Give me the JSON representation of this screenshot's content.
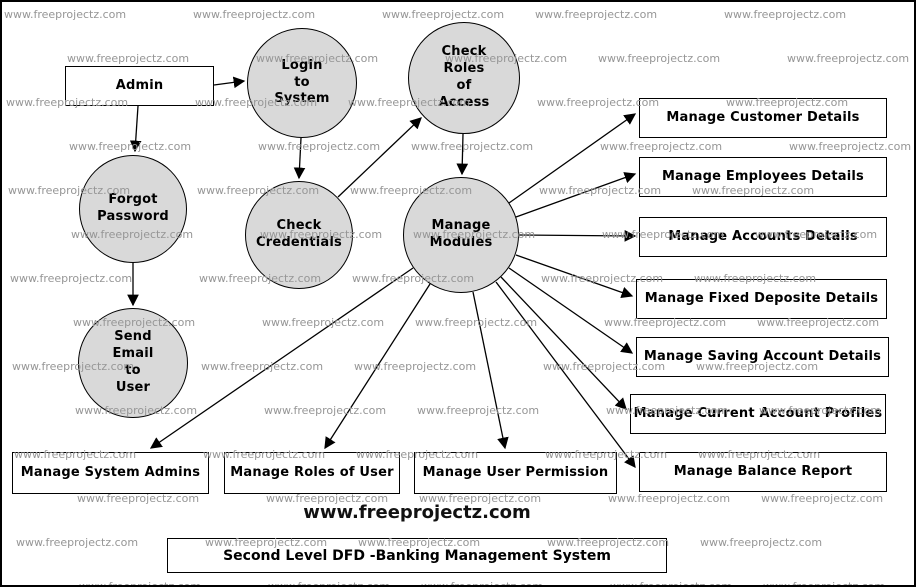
{
  "watermark": "www.freeprojectz.com",
  "colors": {
    "circle_fill": "#d9d9d9",
    "border": "#000000",
    "watermark": "#969696"
  },
  "nodes": {
    "admin": "Admin",
    "login": "Login\nto\nSystem",
    "check_roles": "Check\nRoles\nof\nAccess",
    "forgot_password": "Forgot\nPassword",
    "check_credentials": "Check\nCredentials",
    "manage_modules": "Manage\nModules",
    "send_email": "Send\nEmail\nto\nUser",
    "manage_customer": "Manage Customer Details",
    "manage_employees": "Manage Employees Details",
    "manage_accounts": "Manage Accounts Details",
    "manage_fixed": "Manage Fixed Deposite Details",
    "manage_saving": "Manage Saving Account Details",
    "manage_current": "Manage Current Account Profiles",
    "manage_balance": "Manage Balance Report",
    "manage_system_admins": "Manage System Admins",
    "manage_roles": "Manage Roles of User",
    "manage_permission": "Manage User Permission"
  },
  "edges": [
    {
      "from": "admin",
      "to": "login"
    },
    {
      "from": "admin",
      "to": "forgot_password"
    },
    {
      "from": "login",
      "to": "check_credentials"
    },
    {
      "from": "check_credentials",
      "to": "check_roles"
    },
    {
      "from": "check_roles",
      "to": "manage_modules"
    },
    {
      "from": "forgot_password",
      "to": "send_email"
    },
    {
      "from": "manage_modules",
      "to": "manage_customer"
    },
    {
      "from": "manage_modules",
      "to": "manage_employees"
    },
    {
      "from": "manage_modules",
      "to": "manage_accounts"
    },
    {
      "from": "manage_modules",
      "to": "manage_fixed"
    },
    {
      "from": "manage_modules",
      "to": "manage_saving"
    },
    {
      "from": "manage_modules",
      "to": "manage_current"
    },
    {
      "from": "manage_modules",
      "to": "manage_balance"
    },
    {
      "from": "manage_modules",
      "to": "manage_system_admins"
    },
    {
      "from": "manage_modules",
      "to": "manage_roles"
    },
    {
      "from": "manage_modules",
      "to": "manage_permission"
    }
  ],
  "footer": {
    "site": "www.freeprojectz.com",
    "title": "Second Level DFD -Banking Management System"
  }
}
